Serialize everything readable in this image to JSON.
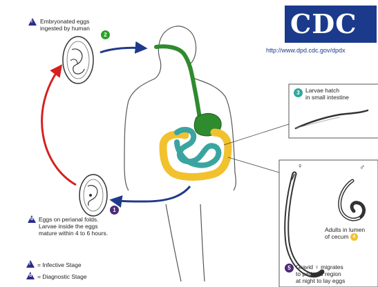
{
  "labels": {
    "step1": [
      "Embryonated eggs",
      "ingested by human"
    ],
    "step1_num": "2",
    "step3": [
      "Larvae hatch",
      "in small intestine"
    ],
    "step3_num": "3",
    "step2": [
      "Eggs on perianal folds.",
      "Larvae inside the eggs",
      "mature within 4 to 6 hours."
    ],
    "step2_num": "1",
    "step4": [
      "Adults in lumen",
      "of cecum"
    ],
    "step4_num": "4",
    "step5": [
      "Gravid",
      "migrates",
      "to perianal region",
      "at night to lay eggs"
    ],
    "step5_num": "5",
    "female_symbol": "♀",
    "male_symbol": "♂"
  },
  "legend": {
    "infective": "= Infective Stage",
    "diagnostic": "= Diagnostic Stage",
    "infective_mark": "i",
    "diagnostic_mark": "d"
  },
  "logo": {
    "text": "CDC",
    "url": "http://www.dpd.cdc.gov/dpdx"
  },
  "colors": {
    "digestive_tract": "#2e8b2e",
    "small_intestine": "#3aa5a0",
    "large_intestine": "#f2c12e",
    "cycle_arrow": "#d62020",
    "flow_arrow": "#1f3a8a",
    "legend_mark": "#2a2a8a",
    "green_badge": "#2aa02a",
    "teal_badge": "#2fa6a0",
    "purple_badge": "#4b2a7a",
    "yellow_badge": "#f2c12e"
  }
}
